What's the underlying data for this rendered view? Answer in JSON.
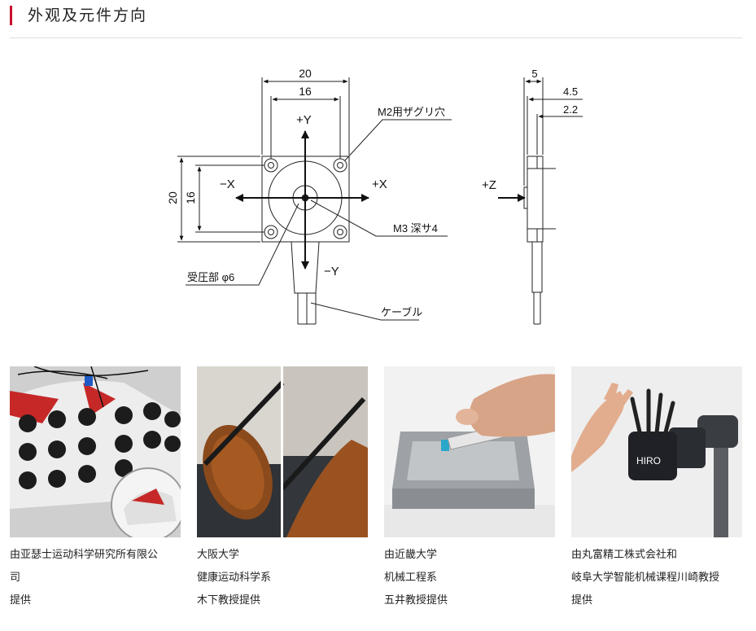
{
  "page": {
    "title": "外观及元件方向"
  },
  "drawing": {
    "dim_width_outer": "20",
    "dim_width_inner": "16",
    "dim_height_outer": "20",
    "dim_height_inner": "16",
    "axis_plus_y": "+Y",
    "axis_minus_y": "−Y",
    "axis_plus_x": "+X",
    "axis_minus_x": "−X",
    "axis_plus_z": "+Z",
    "label_counterbore": "M2用ザグリ穴",
    "label_thread": "M3 深サ4",
    "label_pressure": "受圧部 φ6",
    "label_cable": "ケーブル",
    "dim_side_total": "5",
    "dim_side_a": "4.5",
    "dim_side_b": "2.2"
  },
  "photos": [
    {
      "caption": [
        "由亚瑟士运动科学研究所有限公",
        "司",
        "提供"
      ]
    },
    {
      "caption": [
        "大阪大学",
        "健康运动科学系",
        "木下教授提供"
      ]
    },
    {
      "caption": [
        "由近畿大学",
        "机械工程系",
        "五井教授提供"
      ]
    },
    {
      "caption": [
        "由丸富精工株式会社和",
        "岐阜大学智能机械课程川崎教授",
        "提供"
      ]
    }
  ]
}
